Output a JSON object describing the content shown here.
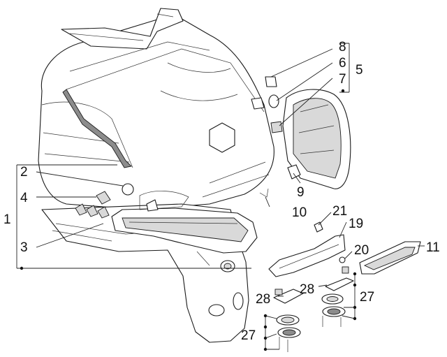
{
  "callouts": {
    "c1": "1",
    "c2": "2",
    "c3": "3",
    "c4": "4",
    "c5": "5",
    "c6": "6",
    "c7": "7",
    "c8": "8",
    "c9": "9",
    "c10": "10",
    "c11": "11",
    "c19": "19",
    "c20": "20",
    "c21": "21",
    "c27a": "27",
    "c27b": "27",
    "c28a": "28",
    "c28b": "28"
  },
  "colors": {
    "line": "#1a1a1a",
    "fill": "#ffffff",
    "shade": "#d9d9d9"
  }
}
